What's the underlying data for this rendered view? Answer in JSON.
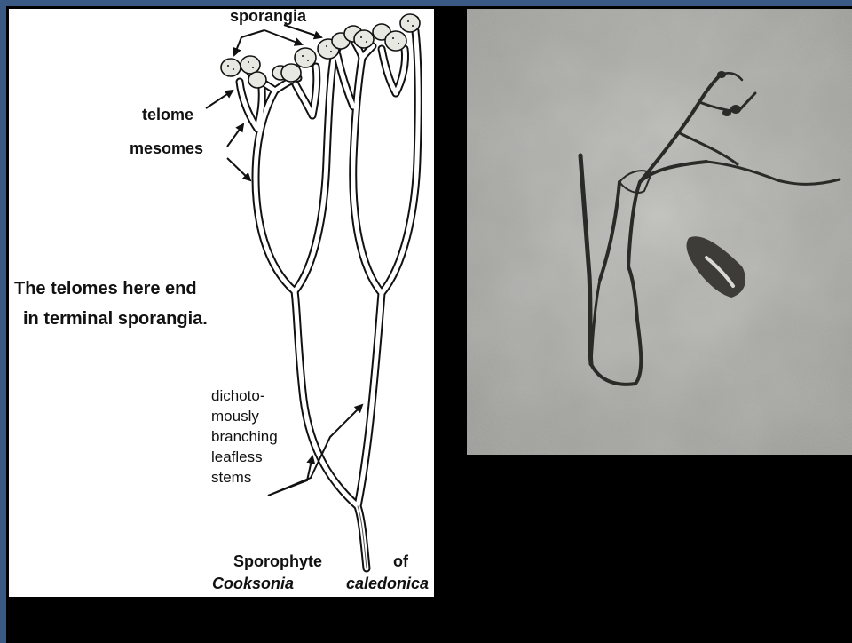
{
  "labels": {
    "sporangia": "sporangia",
    "telome": "telome",
    "mesomes": "mesomes",
    "caption_line1": "The telomes here end",
    "caption_line2": "in terminal sporangia.",
    "stems_lines": [
      "dichoto-",
      "mously",
      "branching",
      "leafless",
      "stems"
    ],
    "figure_title_word1": "Sporophyte",
    "figure_title_word2": "of",
    "species_genus": "Cooksonia",
    "species_epithet": "caledonica"
  },
  "colors": {
    "frame": "#3a5a85",
    "background": "#000000",
    "panel": "#ffffff",
    "ink": "#111111",
    "rock": "#b8b8b4",
    "fossil": "#2a2a28"
  },
  "icons": {
    "left_panel": "line-drawing",
    "right_panel": "fossil-photograph"
  }
}
